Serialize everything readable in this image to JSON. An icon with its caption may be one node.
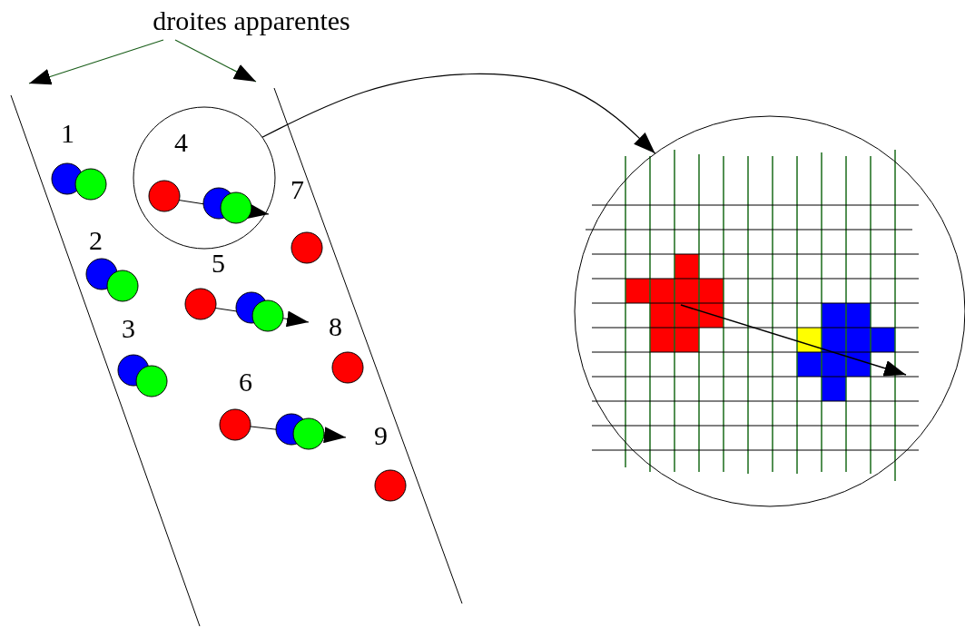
{
  "diagram": {
    "nodes": [
      {
        "text": [
          "droites apparentes"
        ]
      },
      {
        "text": [],
        "shape": "circle"
      },
      {
        "text": [],
        "shape": "circle"
      }
    ],
    "edges": [
      {
        "from": 0,
        "to": null,
        "arrow": "to"
      },
      {
        "from": 0,
        "to": null,
        "arrow": "to"
      },
      {
        "from": 1,
        "to": 2,
        "arrow": "to",
        "color": "#000000"
      }
    ],
    "labels": [
      "1",
      "4",
      "7",
      "2",
      "5",
      "3",
      "8",
      "6",
      "9"
    ]
  }
}
